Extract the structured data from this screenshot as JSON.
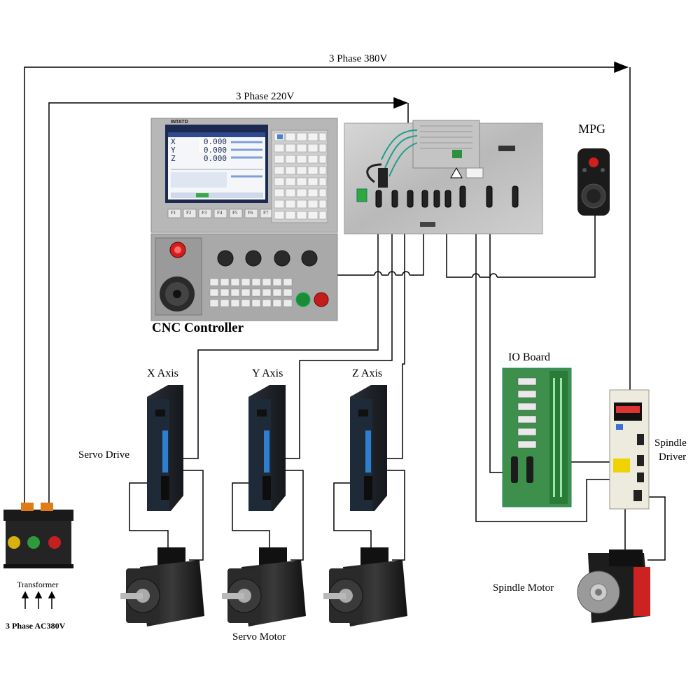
{
  "labels": {
    "power_380": "3 Phase 380V",
    "power_220": "3 Phase 220V",
    "cnc_controller": "CNC Controller",
    "mpg": "MPG",
    "io_board": "IO Board",
    "spindle_driver_line1": "Spindle",
    "spindle_driver_line2": "Driver",
    "x_axis": "X Axis",
    "y_axis": "Y Axis",
    "z_axis": "Z Axis",
    "servo_drive": "Servo Drive",
    "servo_motor": "Servo Motor",
    "spindle_motor": "Spindle Motor",
    "transformer": "Transformer",
    "supply": "3 Phase AC380V"
  },
  "controller_screen": {
    "brand": "INTATD",
    "axes": [
      {
        "axis": "X",
        "value": "0.000"
      },
      {
        "axis": "Y",
        "value": "0.000"
      },
      {
        "axis": "Z",
        "value": "0.000"
      }
    ],
    "function_keys": [
      "F1",
      "F2",
      "F3",
      "F4",
      "F5",
      "F6",
      "F7"
    ]
  }
}
